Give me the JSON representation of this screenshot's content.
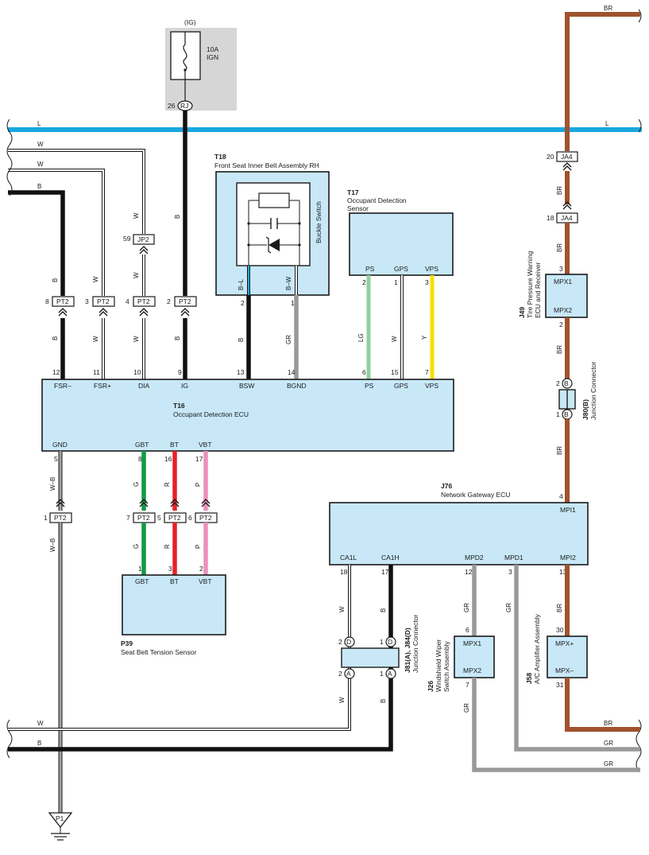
{
  "colors": {
    "box_fill": "#c8e8f8",
    "L": "#1aa7e0",
    "BR": "#a0522d",
    "B": "#111111",
    "W": "#ffffff",
    "GR": "#999999",
    "G": "#119944",
    "R": "#e8202a",
    "P": "#ec8fbc",
    "Y": "#f5e000",
    "LG": "#8fd19e",
    "fuse_bg": "#d6d6d6"
  },
  "fuse": {
    "ig": "(IG)",
    "rating": "10A",
    "name": "IGN",
    "pin": "26",
    "conn": "RJ"
  },
  "wires_top": {
    "L": "L",
    "L_right": "L",
    "W1": "W",
    "W2": "W",
    "B": "B",
    "BR": "BR"
  },
  "t18": {
    "code": "T18",
    "name": "Front Seat Inner Belt Assembly RH",
    "switch": "Buckle Switch",
    "wire1": "B–L",
    "wire2": "B–W",
    "pin1": "2",
    "pin2": "1"
  },
  "t17": {
    "code": "T17",
    "name1": "Occupant Detection",
    "name2": "Sensor",
    "ps": "PS",
    "gps": "GPS",
    "vps": "VPS",
    "pin_ps": "2",
    "pin_gps": "1",
    "pin_vps": "3"
  },
  "t16": {
    "code": "T16",
    "name": "Occupant Detection ECU",
    "top_terms": [
      {
        "sig": "FSR–",
        "pin": "12"
      },
      {
        "sig": "FSR+",
        "pin": "11"
      },
      {
        "sig": "DIA",
        "pin": "10"
      },
      {
        "sig": "IG",
        "pin": "9"
      },
      {
        "sig": "BSW",
        "pin": "13"
      },
      {
        "sig": "BGND",
        "pin": "14"
      },
      {
        "sig": "PS",
        "pin": "6"
      },
      {
        "sig": "GPS",
        "pin": "15"
      },
      {
        "sig": "VPS",
        "pin": "7"
      }
    ],
    "bot_terms": [
      {
        "sig": "GND",
        "pin": "5"
      },
      {
        "sig": "GBT",
        "pin": "8"
      },
      {
        "sig": "BT",
        "pin": "16"
      },
      {
        "sig": "VBT",
        "pin": "17"
      }
    ]
  },
  "pt2_top": [
    {
      "pin": "8",
      "conn": "PT2",
      "wire": "B"
    },
    {
      "pin": "3",
      "conn": "PT2",
      "wire": "W"
    },
    {
      "pin": "4",
      "conn": "PT2",
      "wire": "W"
    },
    {
      "pin": "2",
      "conn": "PT2",
      "wire": "B"
    }
  ],
  "jp2": {
    "pin": "59",
    "conn": "JP2",
    "wire": "W"
  },
  "t17_wires": {
    "lg": "LG",
    "w": "W",
    "y": "Y",
    "b1": "B",
    "gr": "GR"
  },
  "pt2_bot": [
    {
      "pin": "1",
      "conn": "PT2",
      "wire": "W–B"
    },
    {
      "pin": "7",
      "conn": "PT2",
      "wire": "G"
    },
    {
      "pin": "5",
      "conn": "PT2",
      "wire": "R"
    },
    {
      "pin": "6",
      "conn": "PT2",
      "wire": "P"
    }
  ],
  "p39": {
    "code": "P39",
    "name": "Seat Belt Tension Sensor",
    "gbt": "GBT",
    "bt": "BT",
    "vbt": "VBT",
    "pin_gbt": "1",
    "pin_bt": "3",
    "pin_vbt": "2"
  },
  "p1": {
    "label": "P1"
  },
  "ja4": {
    "pin_top": "20",
    "pin_bot": "18",
    "conn": "JA4",
    "wire": "BR"
  },
  "j49": {
    "code": "J49",
    "name1": "Tire Pressure Warning",
    "name2": "ECU and Receiver",
    "mpx1": "MPX1",
    "mpx2": "MPX2",
    "pin1": "3",
    "pin2": "2"
  },
  "j80": {
    "code": "J80(B)",
    "name": "Junction Connector",
    "pin_top": "2",
    "pin_bot": "1",
    "letter": "B"
  },
  "j76": {
    "code": "J76",
    "name": "Network Gateway ECU",
    "mpi1": "MPI1",
    "mpi1_pin": "4",
    "bot_terms": [
      {
        "sig": "CA1L",
        "pin": "18"
      },
      {
        "sig": "CA1H",
        "pin": "17"
      },
      {
        "sig": "MPD2",
        "pin": "12"
      },
      {
        "sig": "MPD1",
        "pin": "3"
      },
      {
        "sig": "MPI2",
        "pin": "13"
      }
    ]
  },
  "j81": {
    "code": "J81(A), J84(D)",
    "name": "Junction Connector",
    "d_left_pin": "2",
    "d_right_pin": "1",
    "a_left_pin": "2",
    "a_right_pin": "1",
    "d": "D",
    "a": "A"
  },
  "j26": {
    "code": "J26",
    "name1": "Windshield Wiper",
    "name2": "Switch Assembly",
    "mpx1": "MPX1",
    "mpx2": "MPX2",
    "pin1": "6",
    "pin2": "7"
  },
  "j58": {
    "code": "J58",
    "name": "A/C Amplifier Assembly",
    "mpxp": "MPX+",
    "mpxm": "MPX–",
    "pin1": "30",
    "pin2": "31"
  },
  "bottom_wires": {
    "W": "W",
    "B": "B",
    "BR": "BR",
    "GR1": "GR",
    "GR2": "GR"
  }
}
